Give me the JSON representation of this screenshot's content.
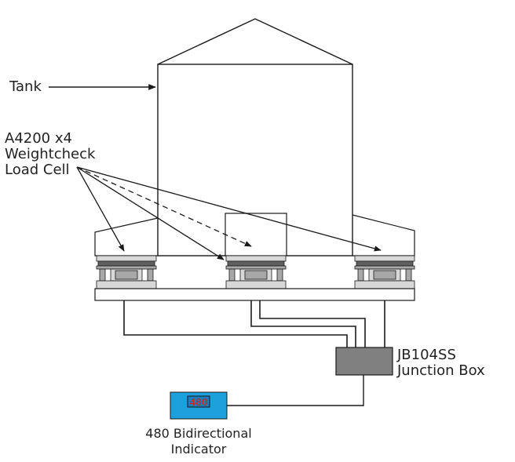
{
  "labels": {
    "tank": "Tank",
    "load_cell_line1": "A4200 x4",
    "load_cell_line2": "Weightcheck",
    "load_cell_line3": "Load Cell",
    "junction_box_line1": "JB104SS",
    "junction_box_line2": "Junction Box",
    "indicator_line1": "480 Bidirectional",
    "indicator_line2": "Indicator",
    "indicator_display": "480"
  },
  "colors": {
    "line": "#1a1a1a",
    "junction_box": "#808080",
    "indicator_body": "#1ea0dc",
    "indicator_display_text": "#e01b1b",
    "indicator_display_bg": "#1580c0",
    "load_cell_light": "#d8d8d8",
    "load_cell_mid": "#a8a8a8",
    "load_cell_dark": "#606060"
  }
}
